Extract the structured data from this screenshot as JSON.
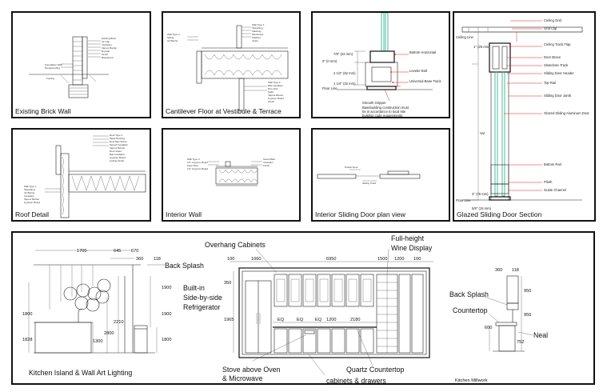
{
  "panels": {
    "brick": {
      "caption": "Existing Brick Wall"
    },
    "cantilever": {
      "caption": "Cantilever Floor at Vestibule & Terrace"
    },
    "roof": {
      "caption": "Roof Detail"
    },
    "interior_wall": {
      "caption": "Interior Wall"
    },
    "sliding_plan": {
      "caption": "Interior Sliding Door plan view"
    },
    "sliding_detail": {
      "labels": {
        "bottom_horizontal": "Bottom Horizontal",
        "leveler_bolt": "Leveler Bolt",
        "universal_base_track": "Universal Base Track",
        "smooth_gripper": "Smooth Gripper",
        "note": "Basebuilding construction must be in accordance to local site building code requirements",
        "dim_7_8": "7/8\" (22 mm)",
        "dim_0": "0\" (0 mm)",
        "dim_2_1_2": "2 1/2\" (62 mm)",
        "dim_1_1_4": "1 1/4\" (32 mm)",
        "floor_line": "Floor Line"
      }
    },
    "glazed": {
      "caption": "Glazed Sliding Door Section",
      "labels": {
        "ceiling_grid": "Ceiling Grid",
        "grid_clip": "Grid Clip",
        "ceiling_track_flap": "Ceiling Track Flap",
        "door_brace": "Door Brace",
        "slowclose_track": "Slowclose Track",
        "sliding_door_header": "Sliding Door Header",
        "top_rail": "Top Rail",
        "sliding_door_jamb": "Sliding Door Jamb",
        "glazed_sliding_aluminum_door": "Glazed Sliding Aluminum Door",
        "bottom_rail": "Bottom Rail",
        "plinth": "Plinth",
        "guide_channel": "Guide Channel",
        "ceiling_line": "Ceiling Line",
        "floor_line": "Floor Line",
        "dim_1": "1\" (25 mm)",
        "dim_var": "Var",
        "dim_3": "3\" (75 mm)",
        "dim_5_8": "5/8\" (15 mm)"
      }
    }
  },
  "kitchen": {
    "island": {
      "caption": "Kitchen Island & Wall Art Lighting",
      "back_splash": "Back Splash",
      "dims": {
        "d1700": "1700",
        "d645": "645",
        "d670": "670",
        "d360": "360",
        "d118": "118",
        "d1900a": "1900",
        "d1900b": "1900",
        "d2210": "2210",
        "d1800a": "1800",
        "d1828": "1828",
        "d2800": "2800",
        "d1300": "1300",
        "d1800b": "1800"
      }
    },
    "elevation": {
      "overhang_cabinets": "Overhang Cabinets",
      "full_height_wine": "Full-height Wine Display",
      "built_in_fridge": "Built-in Side-by-side Refrigerator",
      "stove": "Stove above Oven & Microwave",
      "cabinets_drawers": "cabinets & drawers",
      "quartz": "Quartz Countertop",
      "dims": {
        "d100a": "100",
        "d1060": "1060",
        "d6950": "6950",
        "d1500": "1500",
        "d1200a": "1200",
        "d100b": "100",
        "d350": "350",
        "d1965": "1965",
        "eq1": "EQ",
        "eq2": "EQ",
        "eq3": "EQ",
        "d1200b": "1200",
        "d2180": "2180"
      }
    },
    "millwork": {
      "caption": "Kitchen Millwork",
      "back_splash": "Back Splash",
      "countertop": "Countertop",
      "neal": "Neal",
      "dims": {
        "d360": "360",
        "d118": "118",
        "d950": "950",
        "d956": "956",
        "d600": "600",
        "d752": "752"
      }
    }
  }
}
